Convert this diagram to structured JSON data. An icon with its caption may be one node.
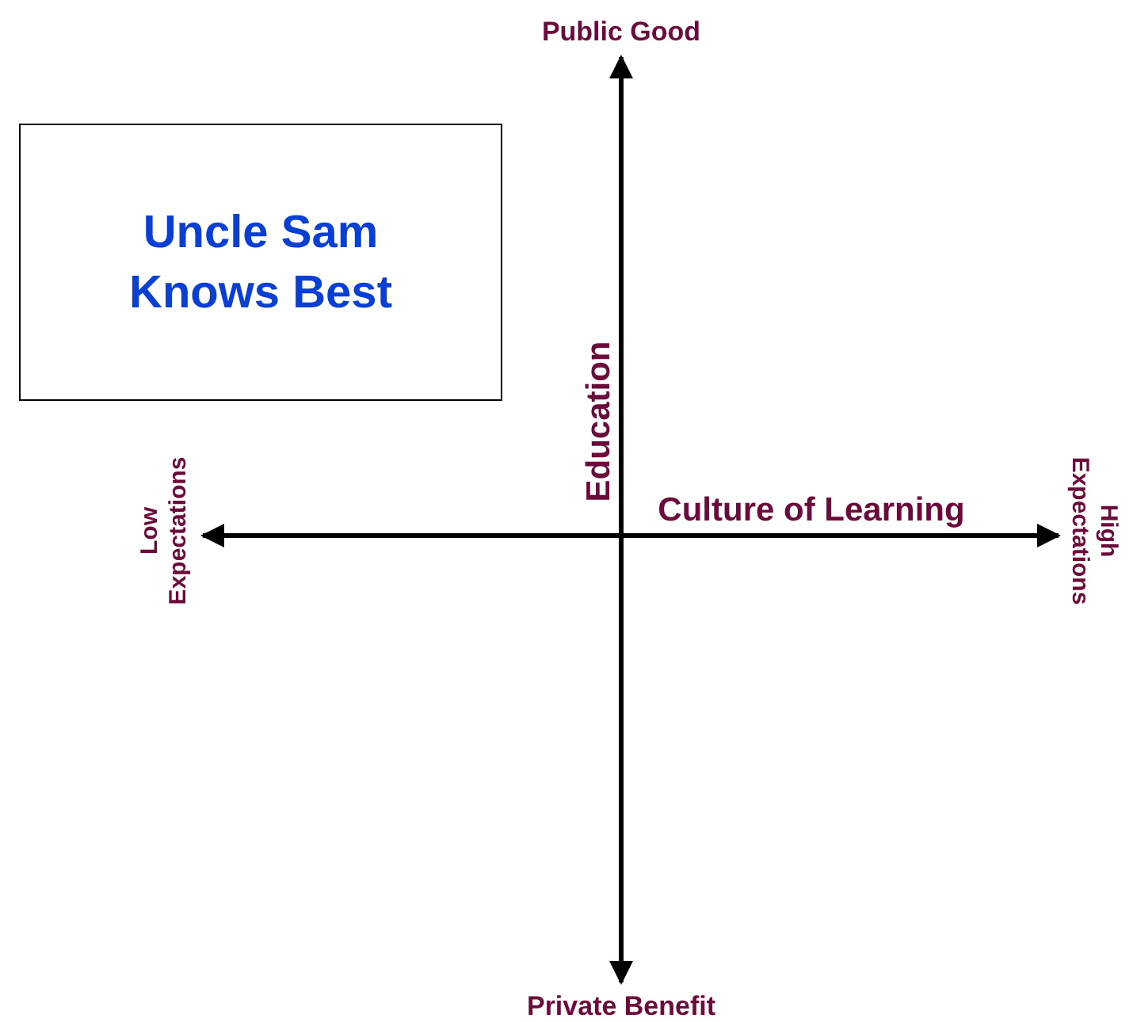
{
  "diagram": {
    "nodes": [
      {
        "text": [
          "Uncle Sam Knows Best"
        ]
      }
    ],
    "labels": [
      "Public Good",
      "Low Expectations",
      "Education",
      "Culture of Learning",
      "High Expectations",
      "Private Benefit"
    ]
  }
}
